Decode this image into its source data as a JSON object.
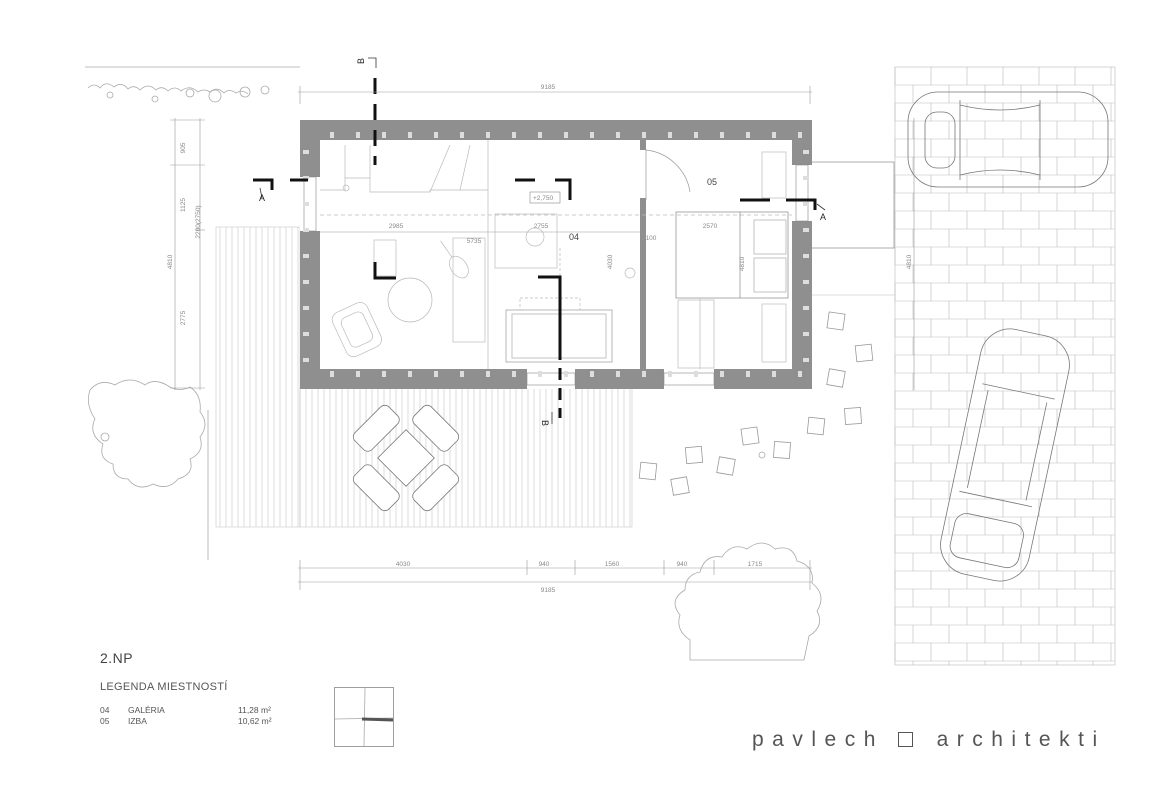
{
  "floor_title": "2.NP",
  "legend": {
    "title": "LEGENDA MIESTNOSTÍ",
    "rooms": [
      {
        "num": "04",
        "name": "GALÉRIA",
        "area": "11,28 m²"
      },
      {
        "num": "05",
        "name": "IZBA",
        "area": "10,62 m²"
      }
    ]
  },
  "brand": {
    "left": "pavlech",
    "right": "architekti"
  },
  "plan": {
    "room_labels": [
      "04",
      "05"
    ],
    "level_mark": "+2,750",
    "section_labels": {
      "a_left": "A",
      "a_right": "A",
      "b_top": "B",
      "b_bottom": "B"
    },
    "dims": {
      "total_top": "9185",
      "total_bottom": "9185",
      "bottom_segments": [
        "4030",
        "940",
        "1560",
        "940",
        "1715"
      ],
      "left_side": [
        "905",
        "1125",
        "2200(2750)",
        "4810",
        "2775"
      ],
      "interior": [
        "2985",
        "5735",
        "2755",
        "4030",
        "100",
        "2570",
        "4810"
      ],
      "right_side": "4810"
    }
  },
  "colors": {
    "wall": "#8f8f8f",
    "line": "#999999",
    "section": "#111111",
    "text": "#555555"
  }
}
